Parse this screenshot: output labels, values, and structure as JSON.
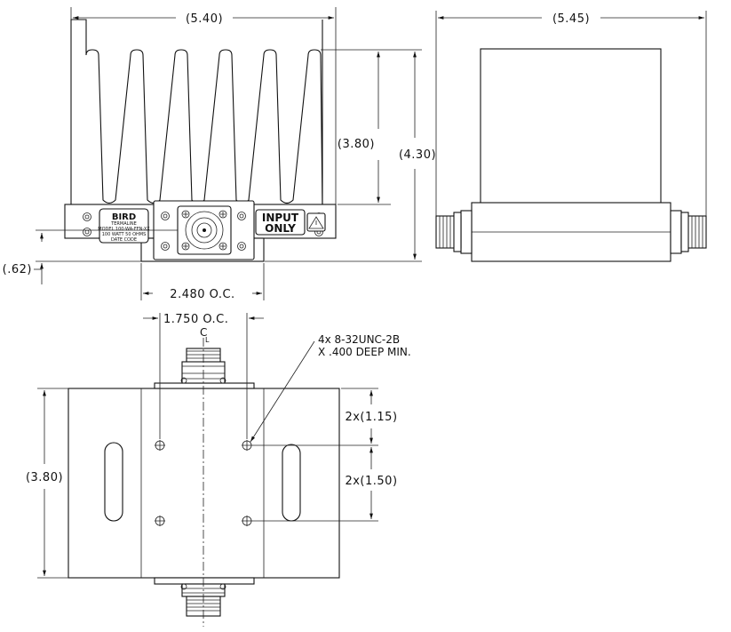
{
  "front_view": {
    "width_dim": "(5.40)",
    "fin_height_dim": "(3.80)",
    "total_height_dim": "(4.30)",
    "connector_offset_dim": "(.62)",
    "mount_spacing_dim": "2.480 O.C.",
    "label_brand": "BIRD",
    "label_sub": "TERMALINE",
    "label_model": "MODEL 100-WA-FFN-XX",
    "label_rating": "100 WATT 50 OHMS",
    "label_date": "DATE CODE",
    "input_line1": "INPUT",
    "input_line2": "ONLY"
  },
  "side_view": {
    "width_dim": "(5.45)"
  },
  "bottom_view": {
    "hole_spacing_dim": "1.750 O.C.",
    "centerline_symbol": "C",
    "centerline_sub": "L",
    "hole_note_line1": "4x 8-32UNC-2B",
    "hole_note_line2": "X .400 DEEP MIN.",
    "top_offset_dim": "2x(1.15)",
    "hole_pitch_dim": "2x(1.50)",
    "height_dim": "(3.80)"
  }
}
